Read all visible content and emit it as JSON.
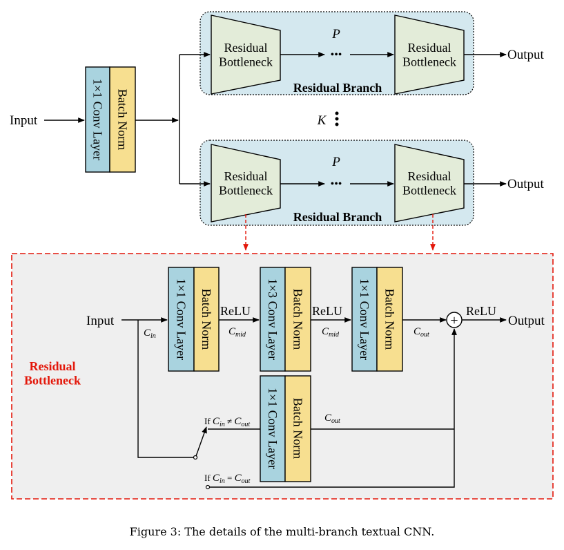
{
  "colors": {
    "branch_fill": "#d4e8ef",
    "bottleneck_fill": "#e3ecd9",
    "conv_fill": "#a9d3df",
    "norm_fill": "#f7df90",
    "inset_fill": "#efefef",
    "highlight_red": "#e3170a"
  },
  "top": {
    "input_label": "Input",
    "stem": {
      "conv_label": "1×1 Conv Layer",
      "norm_label": "Batch Norm"
    },
    "branch1": {
      "bottleneck_a": "Residual\nBottleneck",
      "bottleneck_b": "Residual\nBottleneck",
      "ellipsis": "•••",
      "depth_label": "P",
      "branch_label": "Residual Branch",
      "output_label": "Output"
    },
    "branch_count_label": "K",
    "branch_count_ellipsis": "⋮",
    "branch2": {
      "bottleneck_a": "Residual\nBottleneck",
      "bottleneck_b": "Residual\nBottleneck",
      "ellipsis": "•••",
      "depth_label": "P",
      "branch_label": "Residual Branch",
      "output_label": "Output"
    }
  },
  "detail": {
    "title": "Residual\nBottleneck",
    "input_label": "Input",
    "output_label": "Output",
    "blocks": [
      {
        "conv_label": "1×1 Conv Layer",
        "norm_label": "Batch Norm"
      },
      {
        "conv_label": "1×3 Conv Layer",
        "norm_label": "Batch Norm"
      },
      {
        "conv_label": "1×1 Conv Layer",
        "norm_label": "Batch Norm"
      }
    ],
    "shortcut_block": {
      "conv_label": "1×1 Conv Layer",
      "norm_label": "Batch Norm"
    },
    "relu_labels": [
      "ReLU",
      "ReLU",
      "ReLU"
    ],
    "c_in": {
      "main": "C",
      "sub": "in"
    },
    "c_mid_1": {
      "main": "C",
      "sub": "mid"
    },
    "c_mid_2": {
      "main": "C",
      "sub": "mid"
    },
    "c_out_1": {
      "main": "C",
      "sub": "out"
    },
    "c_out_2": {
      "main": "C",
      "sub": "out"
    },
    "cond_neq": "If C_in ≠ C_out",
    "cond_eq": "If C_in = C_out",
    "sum_symbol": "+"
  },
  "caption": "Figure 3: The details of the multi-branch textual CNN."
}
